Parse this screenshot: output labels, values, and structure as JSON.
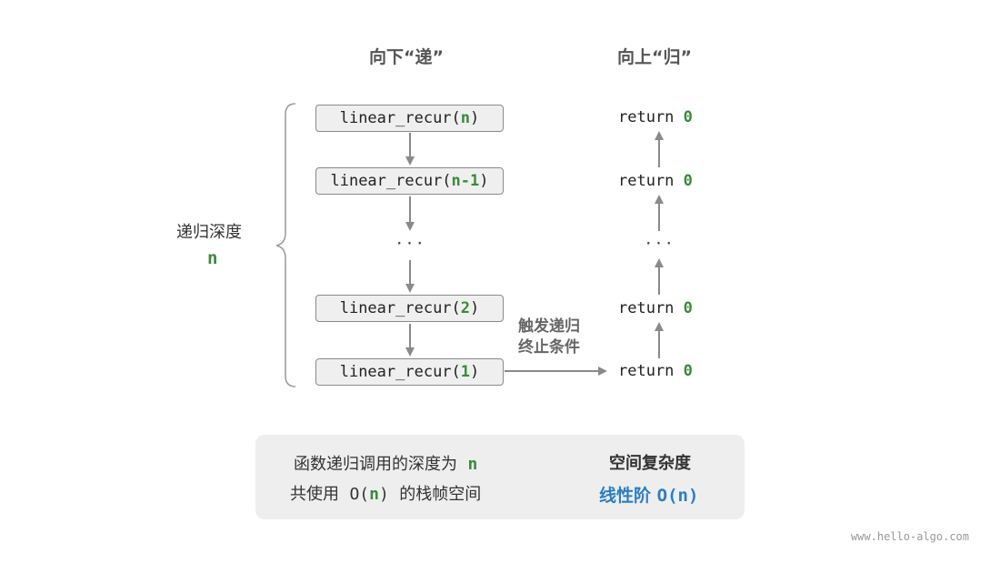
{
  "titles": {
    "down": "向下“递”",
    "up": "向上“归”"
  },
  "depth": {
    "label": "递归深度",
    "var": "n"
  },
  "calls": [
    {
      "fn": "linear_recur(",
      "arg": "n",
      "close": ")"
    },
    {
      "fn": "linear_recur(",
      "arg": "n-1",
      "close": ")"
    },
    {
      "fn": "linear_recur(",
      "arg": "2",
      "close": ")"
    },
    {
      "fn": "linear_recur(",
      "arg": "1",
      "close": ")"
    }
  ],
  "ellipsis": "···",
  "returns": [
    {
      "kw": "return",
      "val": "0"
    },
    {
      "kw": "return",
      "val": "0"
    },
    {
      "kw": "return",
      "val": "0"
    },
    {
      "kw": "return",
      "val": "0"
    }
  ],
  "trigger": {
    "line1": "触发递归",
    "line2": "终止条件"
  },
  "summary": {
    "line1_text": "函数递归调用的深度为",
    "line1_var": "n",
    "line2_pre": "共使用",
    "line2_bigo": "O(",
    "line2_var": "n",
    "line2_close": ")",
    "line2_post": "的栈帧空间",
    "complexity_title": "空间复杂度",
    "complexity_value_cn": "线性阶",
    "complexity_value_expr": "O(n)"
  },
  "watermark": "www.hello-algo.com",
  "colors": {
    "highlight": "#3a8a3a",
    "accent": "#2a7fc0",
    "arrow": "#8a8a8a"
  }
}
